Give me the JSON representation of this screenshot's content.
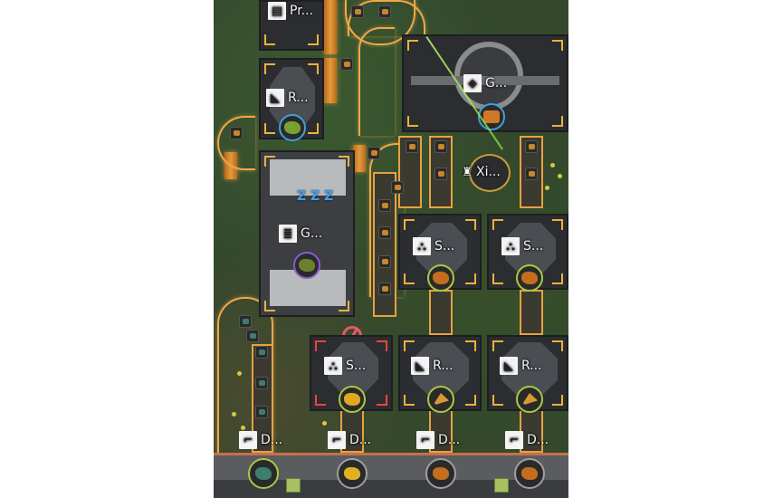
{
  "scene": "factory-top-down-view",
  "colors": {
    "belt": "#e39a3c",
    "ground": "#34492c",
    "ring_ok": "#a9c944",
    "ring_selected": "#3fa0d8",
    "ring_purple": "#8a5ad0",
    "warning_red": "#e85a64",
    "sleep_blue": "#3fa0e8"
  },
  "buildings": [
    {
      "id": "printer",
      "label": "Pr...",
      "icon": "printer-icon"
    },
    {
      "id": "refinery-top",
      "label": "R...",
      "icon": "refinery-icon",
      "resource": "green-ore",
      "ring": "blue"
    },
    {
      "id": "grinder-big",
      "label": "G...",
      "icon": "cube-compress-icon",
      "resource": "copper-block",
      "ring": "blue"
    },
    {
      "id": "generator",
      "label": "G...",
      "icon": "document-icon",
      "resource": "biomass",
      "ring": "purple",
      "status": "sleeping",
      "status_glyph": "Z Z Z"
    },
    {
      "id": "xi-turret",
      "label": "Xi...",
      "icon": "tower-icon"
    },
    {
      "id": "smelter-1",
      "label": "S...",
      "icon": "smelter-icon",
      "resource": "ore-chunk",
      "ring": "green"
    },
    {
      "id": "smelter-2",
      "label": "S...",
      "icon": "smelter-icon",
      "resource": "ore-chunk",
      "ring": "green"
    },
    {
      "id": "smelter-3",
      "label": "S...",
      "icon": "smelter-icon",
      "resource": "gold-nugget",
      "ring": "green",
      "status": "disabled"
    },
    {
      "id": "refinery-1",
      "label": "R...",
      "icon": "refinery-icon",
      "resource": "crystal-shard",
      "ring": "green"
    },
    {
      "id": "refinery-2",
      "label": "R...",
      "icon": "refinery-icon",
      "resource": "crystal-shard",
      "ring": "green"
    }
  ],
  "docks": [
    {
      "label": "D...",
      "icon": "drill-icon",
      "resource": "teal-ore",
      "ring": "green"
    },
    {
      "label": "D...",
      "icon": "drill-icon",
      "resource": "sulfur",
      "ring": "grey"
    },
    {
      "label": "D...",
      "icon": "drill-icon",
      "resource": "copper-ore",
      "ring": "grey"
    },
    {
      "label": "D...",
      "icon": "drill-icon",
      "resource": "copper-ore",
      "ring": "grey"
    }
  ],
  "glyphs": {
    "printer": "▤",
    "refinery": "◣",
    "cube": "◈",
    "document": "≣",
    "tower": "♜",
    "smelter": "⛬",
    "drill": "⌐"
  }
}
